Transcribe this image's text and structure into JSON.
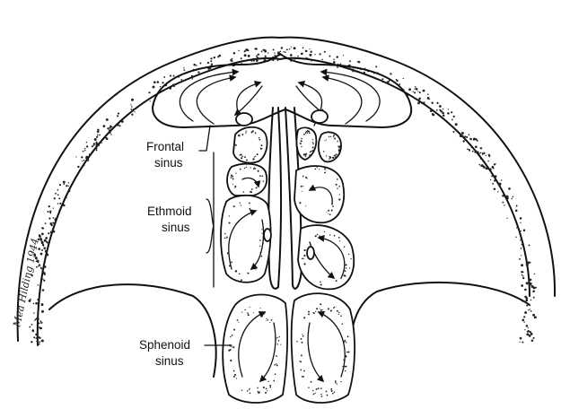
{
  "labels": {
    "frontal": [
      "Frontal",
      "sinus"
    ],
    "ethmoid": [
      "Ethmoid",
      "sinus"
    ],
    "sphenoid": [
      "Sphenoid",
      "sinus"
    ]
  },
  "signature": "Mea Hilding 1944"
}
